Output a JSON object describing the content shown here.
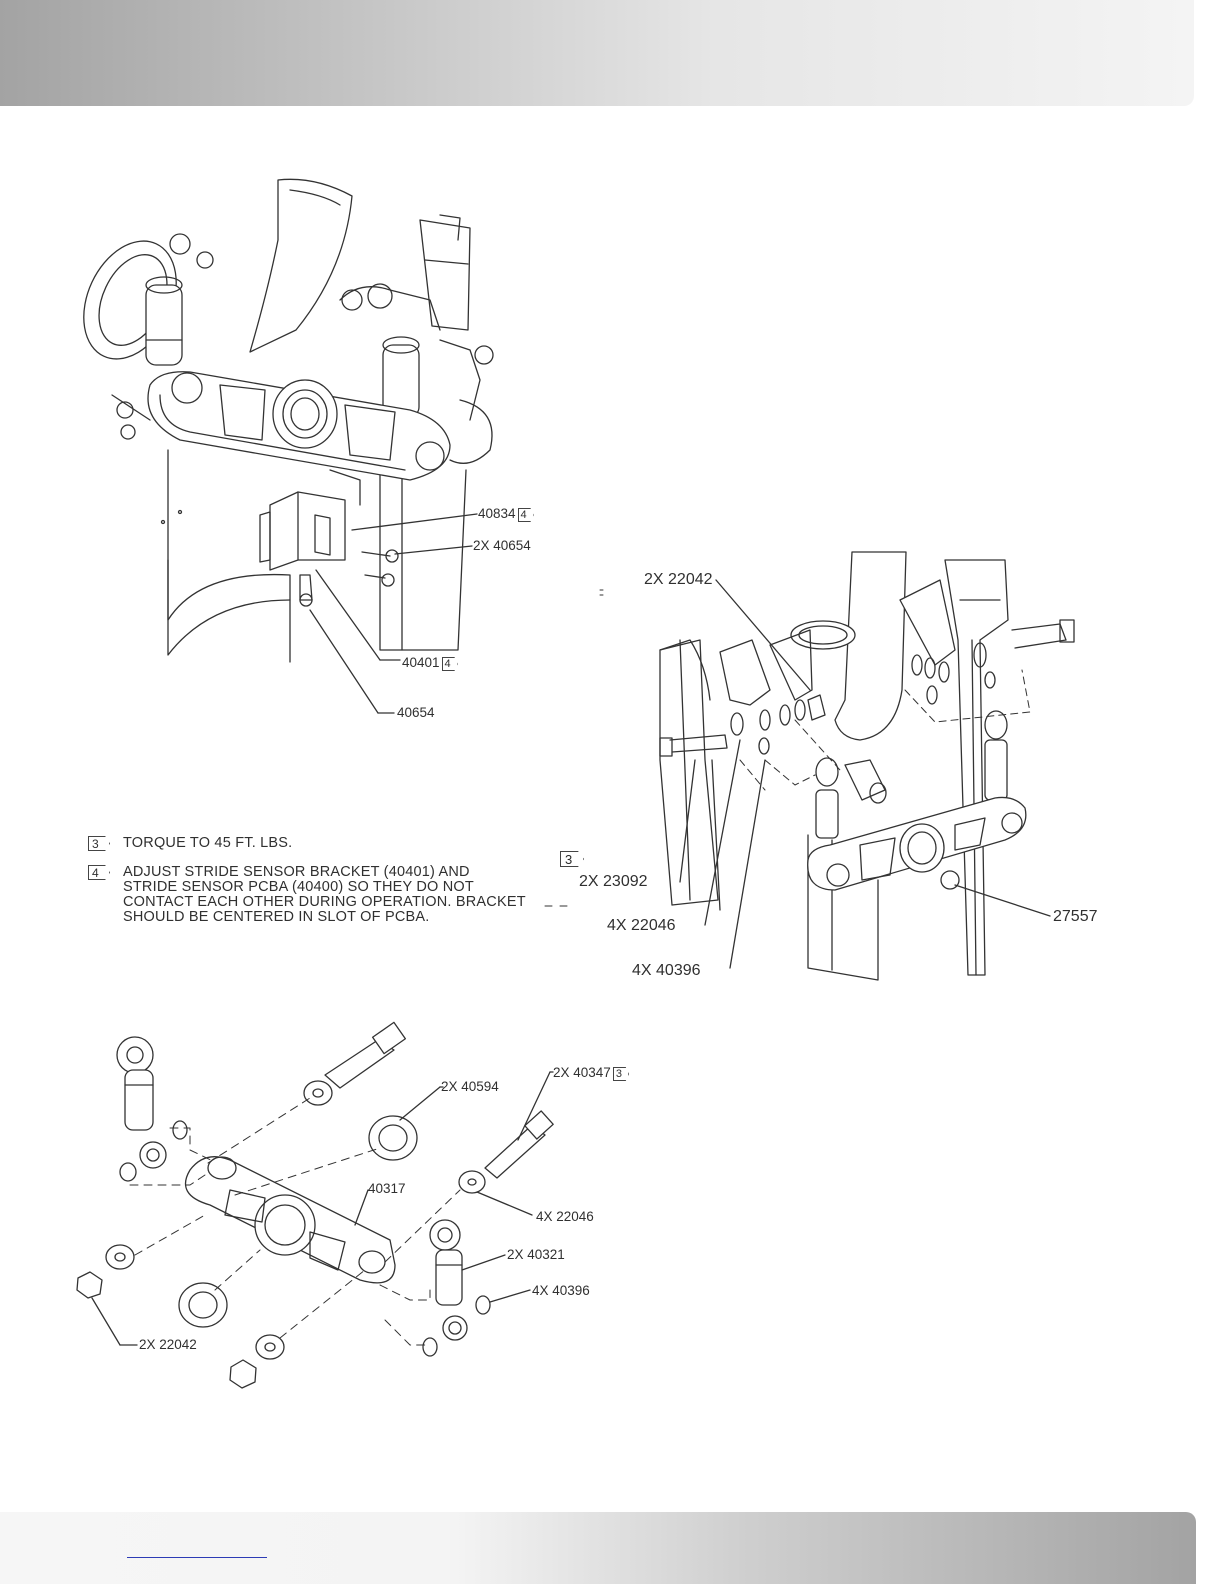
{
  "callouts_top": {
    "c1": {
      "text": "40834",
      "flag": "4"
    },
    "c2": {
      "text": "2X 40654"
    },
    "c3": {
      "text": "40401",
      "flag": "4"
    },
    "c4": {
      "text": "40654"
    }
  },
  "notes": [
    {
      "num": "3",
      "text": "TORQUE TO 45 FT. LBS."
    },
    {
      "num": "4",
      "text": "ADJUST STRIDE SENSOR BRACKET (40401) AND STRIDE SENSOR PCBA (40400) SO THEY DO NOT CONTACT EACH OTHER DURING OPERATION. BRACKET SHOULD BE CENTERED IN SLOT OF PCBA."
    }
  ],
  "callouts_right": {
    "c1": {
      "text": "2X 22042"
    },
    "flag": "3",
    "c2": {
      "text": "2X 23092"
    },
    "c3": {
      "text": "4X 22046"
    },
    "c4": {
      "text": "4X 40396"
    },
    "c5": {
      "text": "27557"
    }
  },
  "callouts_bottom": {
    "c1": {
      "text": "2X 40594"
    },
    "c2": {
      "text": "2X 40347",
      "flag": "3"
    },
    "c3": {
      "text": "40317"
    },
    "c4": {
      "text": "4X 22046"
    },
    "c5": {
      "text": "2X 40321"
    },
    "c6": {
      "text": "4X 40396"
    },
    "c7": {
      "text": "2X 22042"
    }
  }
}
